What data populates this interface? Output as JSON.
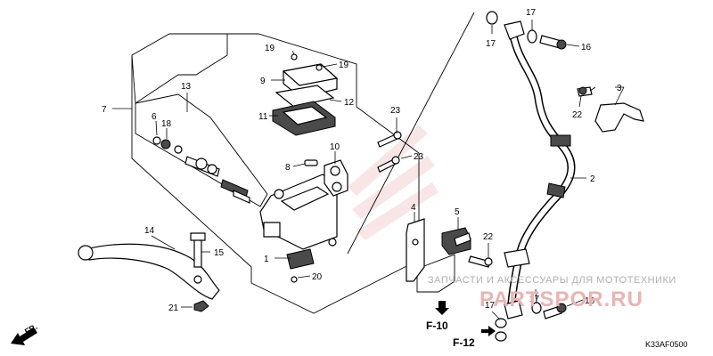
{
  "callouts": {
    "p1": "1",
    "p2": "2",
    "p3": "3",
    "p4": "4",
    "p5": "5",
    "p6": "6",
    "p7": "7",
    "p8": "8",
    "p9": "9",
    "p10": "10",
    "p11": "11",
    "p12": "12",
    "p13": "13",
    "p14": "14",
    "p15": "15",
    "p16a": "16",
    "p16b": "16",
    "p17a": "17",
    "p17b": "17",
    "p17c": "17",
    "p17d": "17",
    "p18": "18",
    "p19a": "19",
    "p19b": "19",
    "p20": "20",
    "p21": "21",
    "p22a": "22",
    "p22b": "22",
    "p23a": "23",
    "p23b": "23"
  },
  "references": {
    "f10": "F-10",
    "f12": "F-12"
  },
  "direction": {
    "label": "FR."
  },
  "diagram_code": "K33AF0500",
  "watermark": {
    "text": "ЗАПЧАСТИ И АКСЕССУАРЫ ДЛЯ МОТОТЕХНИКИ",
    "logo": "PARTSPOR.RU"
  }
}
